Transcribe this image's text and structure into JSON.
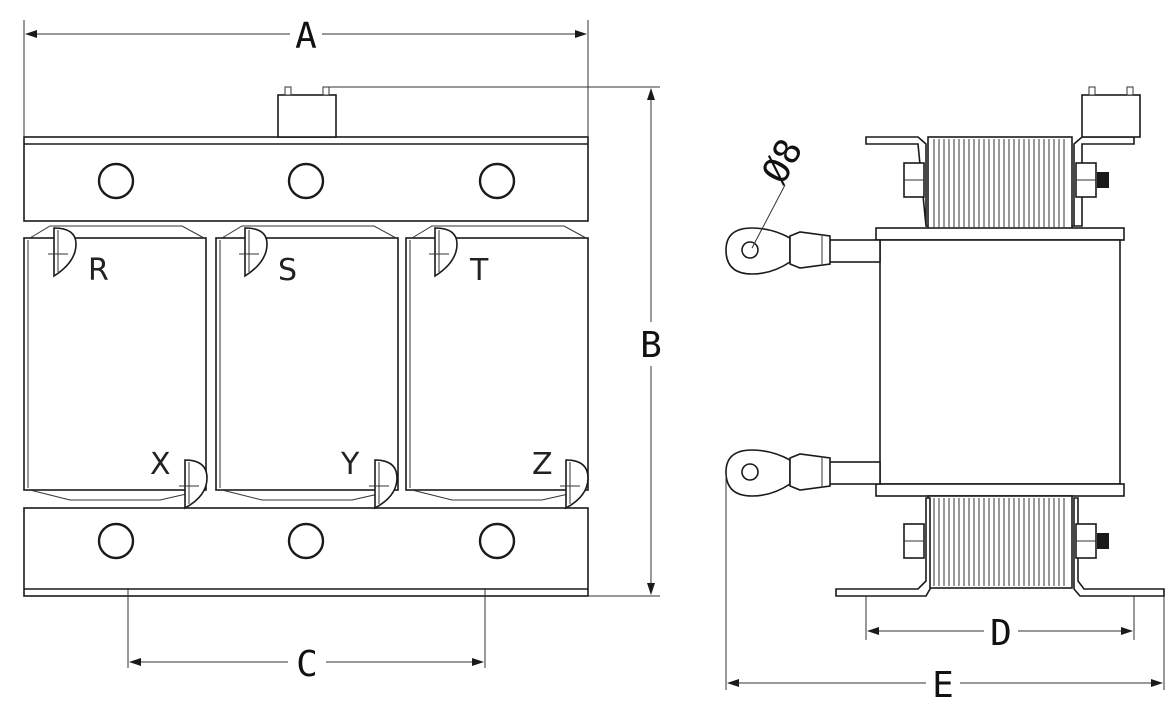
{
  "dimensions": {
    "a": "A",
    "b": "B",
    "c": "C",
    "d": "D",
    "e": "E"
  },
  "terminals": {
    "r": "R",
    "s": "S",
    "t": "T",
    "x": "X",
    "y": "Y",
    "z": "Z"
  },
  "lug_hole_label": "Ø8",
  "colors": {
    "line": "#1a1a1a",
    "background": "#ffffff"
  }
}
